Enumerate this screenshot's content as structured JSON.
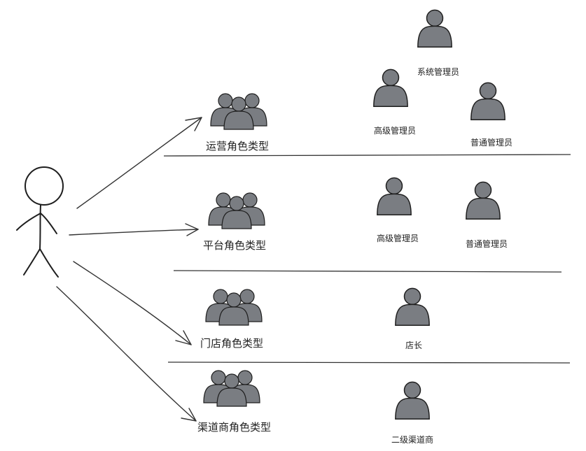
{
  "categories": [
    {
      "label": "运营角色类型",
      "roles": [
        "系统管理员",
        "高级管理员",
        "普通管理员"
      ]
    },
    {
      "label": "平台角色类型",
      "roles": [
        "高级管理员",
        "普通管理员"
      ]
    },
    {
      "label": "门店角色类型",
      "roles": [
        "店长"
      ]
    },
    {
      "label": "渠道商角色类型",
      "roles": [
        "二级渠道商"
      ]
    }
  ],
  "colors": {
    "icon_fill": "#7a7d82",
    "stroke": "#1e1e1e"
  }
}
